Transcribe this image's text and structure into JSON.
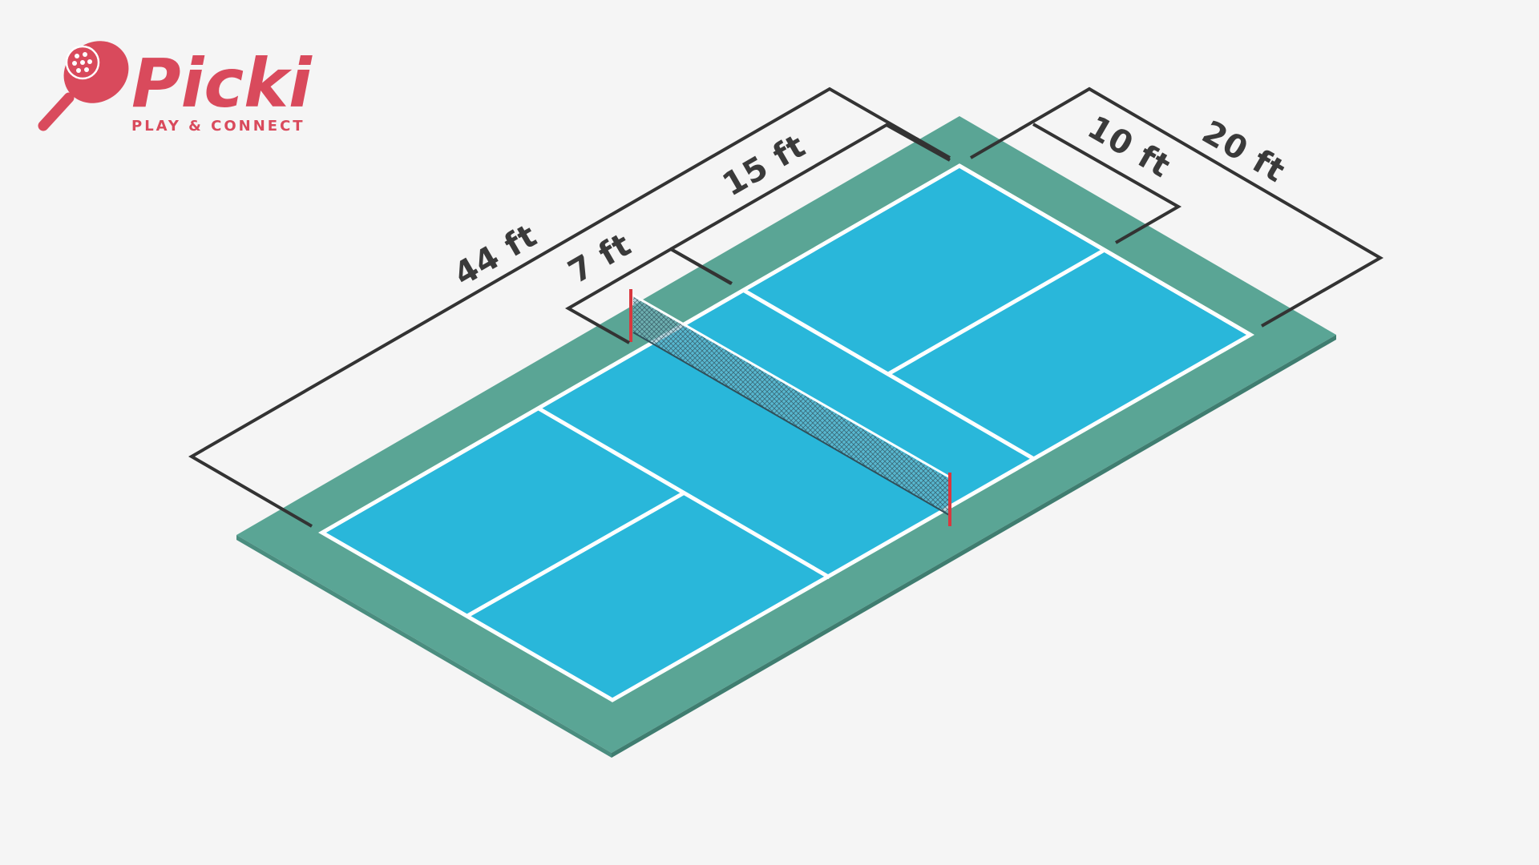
{
  "logo": {
    "wordmark": "Picki",
    "tagline": "PLAY & CONNECT",
    "brand_color": "#d94a5c",
    "icon": "pickleball-paddle-icon"
  },
  "dimensions": {
    "length": "44 ft",
    "kitchen_depth": "7 ft",
    "service_depth": "15 ft",
    "half_width": "10 ft",
    "width": "20 ft"
  },
  "colors": {
    "background": "#f5f5f5",
    "surround": "#5aa595",
    "court": "#29b7da",
    "lines": "#ffffff",
    "dimension_lines": "#333333",
    "net_post": "#d9383f"
  }
}
